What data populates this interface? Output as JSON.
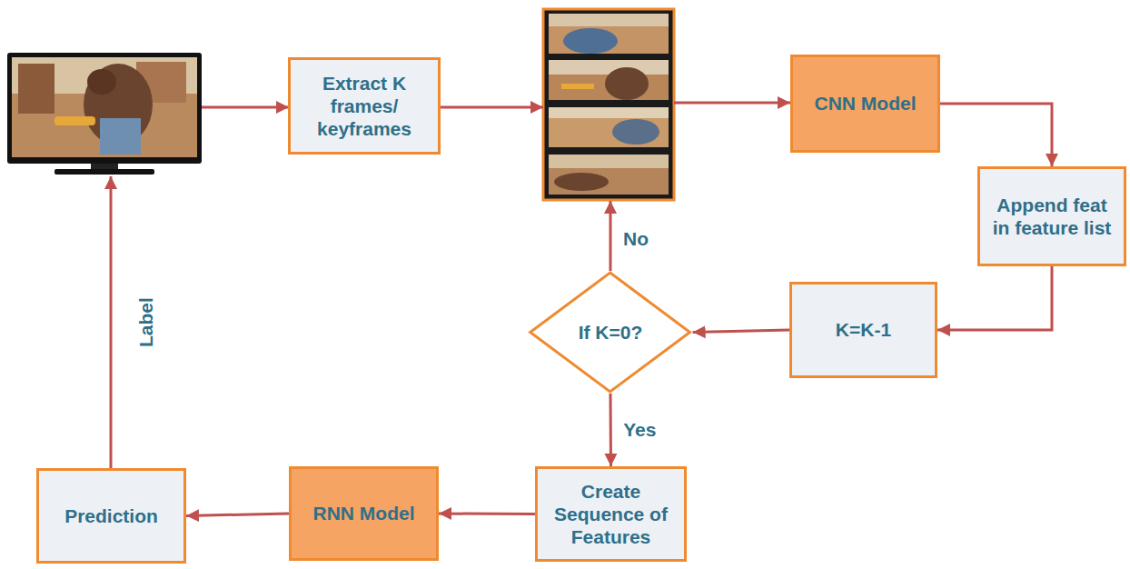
{
  "diagram": {
    "nodes": [
      {
        "text": [
          "Extract K frames/ keyframes"
        ]
      },
      {
        "text": [
          "CNN Model"
        ]
      },
      {
        "text": [
          "Append feat in feature list"
        ]
      },
      {
        "text": [
          "K=K-1"
        ]
      },
      {
        "text": [
          "If K=0?"
        ]
      },
      {
        "text": [
          "Create Sequence of Features"
        ]
      },
      {
        "text": [
          "RNN Model"
        ]
      },
      {
        "text": [
          "Prediction"
        ]
      }
    ],
    "edges": [
      {
        "from": 1,
        "to": 2,
        "arrow": "to"
      },
      {
        "from": 2,
        "to": 3,
        "arrow": "to"
      },
      {
        "from": 3,
        "to": 4,
        "arrow": "to"
      },
      {
        "from": 4,
        "to": 5,
        "label": "Yes",
        "arrow": "to"
      },
      {
        "from": 5,
        "to": 6,
        "arrow": "to"
      },
      {
        "from": 6,
        "to": 7,
        "arrow": "to"
      }
    ],
    "labels": [
      "No",
      "Label"
    ]
  }
}
